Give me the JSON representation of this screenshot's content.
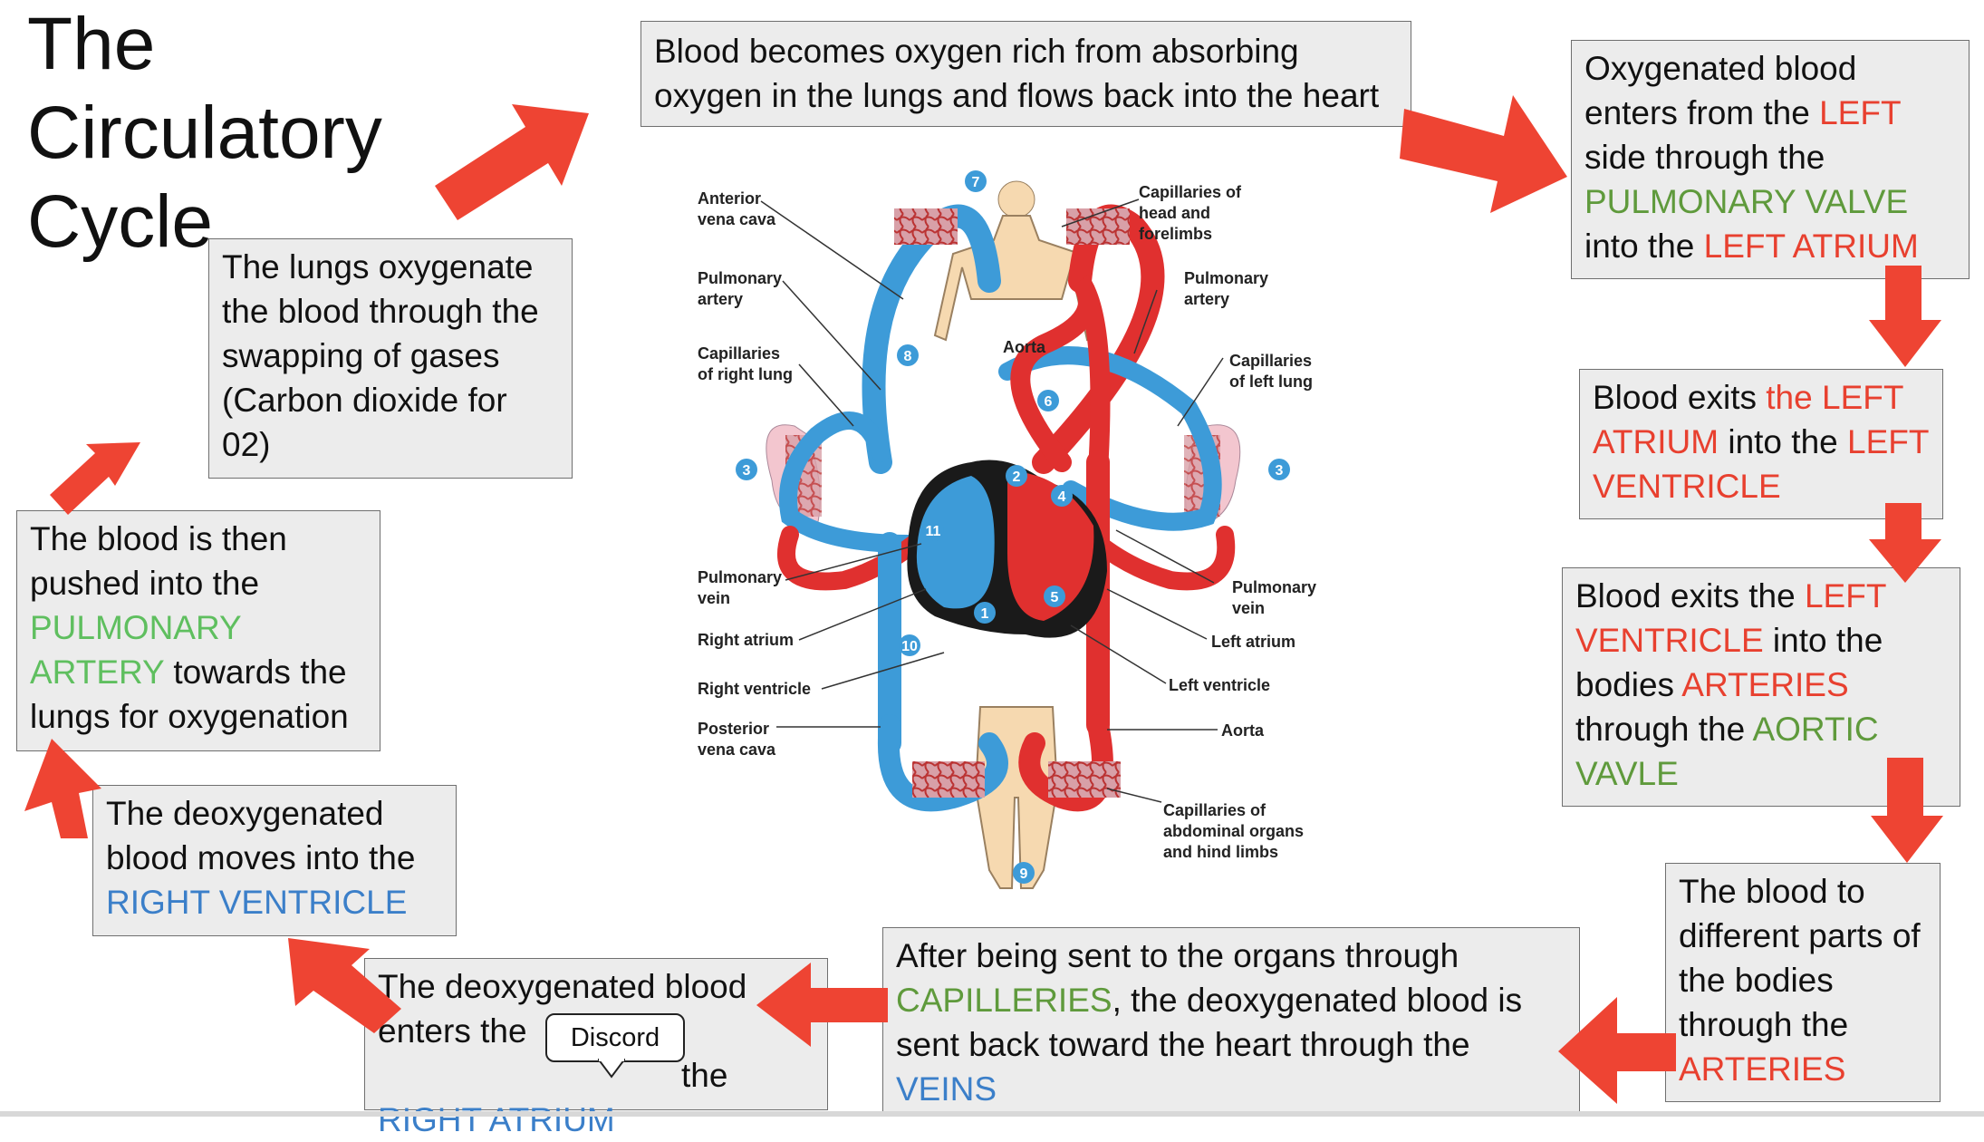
{
  "title": [
    "The",
    "Circulatory",
    "Cycle"
  ],
  "boxes": {
    "lungs_oxygenate": "The lungs oxygenate the blood through the swapping of gases (Carbon dioxide for 02)",
    "oxygen_rich": [
      "Blood becomes oxygen rich from absorbing",
      "oxygen in the lungs and flows back into the heart"
    ],
    "oxygenated_enters": {
      "t1": "Oxygenated blood enters from the ",
      "t2": "LEFT",
      "t3": " side through the ",
      "t4": "PULMONARY VALVE",
      "t5": " into the ",
      "t6": "LEFT ATRIUM"
    },
    "exits_left_atrium": {
      "t1": "Blood exits ",
      "t2": "the LEFT ATRIUM",
      "t3": " into the ",
      "t4": "LEFT VENTRICLE"
    },
    "exits_left_ventricle": {
      "t1": "Blood exits the ",
      "t2": "LEFT VENTRICLE",
      "t3": " into the bodies ",
      "t4": "ARTERIES",
      "t5": " through the ",
      "t6": "AORTIC VAVLE"
    },
    "to_different_parts": {
      "t1": "The blood to different parts of the bodies through the ",
      "t2": "ARTERIES"
    },
    "after_organs": {
      "t1": "After being sent to the organs through ",
      "t2": "CAPILLERIES",
      "t3": ", the deoxygenated blood is sent back toward the heart through the ",
      "t4": "VEINS"
    },
    "enters_right_atrium": {
      "t1": "The deoxygenated blood enters the ",
      "t2": "the",
      "t3": "RIGHT ATRIUM"
    },
    "moves_right_ventricle": {
      "t1": "The deoxygenated blood moves into the ",
      "t2": "RIGHT VENTRICLE"
    },
    "pushed_pulmonary": {
      "t1": "The blood is then pushed into the ",
      "t2": "PULMONARY ARTERY",
      "t3": " towards the lungs for oxygenation"
    }
  },
  "tooltip": "Discord",
  "diagram": {
    "labels": {
      "anterior_vena_cava": [
        "Anterior",
        "vena cava"
      ],
      "pulmonary_artery_left": [
        "Pulmonary",
        "artery"
      ],
      "capillaries_right_lung": [
        "Capillaries",
        "of right lung"
      ],
      "pulmonary_vein_left": [
        "Pulmonary",
        "vein"
      ],
      "right_atrium": "Right atrium",
      "right_ventricle": "Right ventricle",
      "posterior_vena_cava": [
        "Posterior",
        "vena cava"
      ],
      "capillaries_head": [
        "Capillaries of",
        "head and",
        "forelimbs"
      ],
      "pulmonary_artery_right": [
        "Pulmonary",
        "artery"
      ],
      "aorta_top": "Aorta",
      "capillaries_left_lung": [
        "Capillaries",
        "of left lung"
      ],
      "pulmonary_vein_right": [
        "Pulmonary",
        "vein"
      ],
      "left_atrium": "Left atrium",
      "left_ventricle": "Left ventricle",
      "aorta_bottom": "Aorta",
      "capillaries_abdominal": [
        "Capillaries of",
        "abdominal organs",
        "and hind limbs"
      ]
    },
    "numbers": [
      "1",
      "2",
      "3",
      "3",
      "4",
      "5",
      "6",
      "7",
      "8",
      "9",
      "10",
      "11"
    ]
  },
  "colors": {
    "arrow": "#ee4433",
    "oxygenated": "#e0302f",
    "deoxygenated": "#3d9bd8",
    "box_bg": "#ececec"
  }
}
